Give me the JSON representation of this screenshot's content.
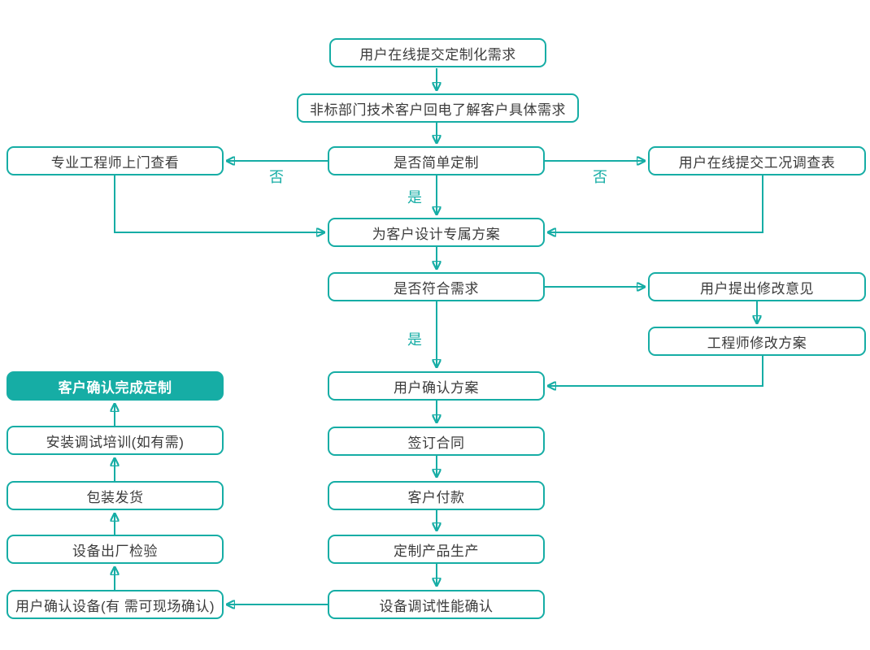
{
  "diagram": {
    "type": "flowchart",
    "accent_color": "#16ada5",
    "text_color": "#3b3b3b",
    "nodes": {
      "submit_request": {
        "label": "用户在线提交定制化需求"
      },
      "callback": {
        "label": "非标部门技术客户回电了解客户具体需求"
      },
      "onsite_check": {
        "label": "专业工程师上门查看"
      },
      "simple_custom": {
        "label": "是否简单定制"
      },
      "survey_form": {
        "label": "用户在线提交工况调查表"
      },
      "design_plan": {
        "label": "为客户设计专属方案"
      },
      "meets_needs": {
        "label": "是否符合需求"
      },
      "feedback": {
        "label": "用户提出修改意见"
      },
      "revise_plan": {
        "label": "工程师修改方案"
      },
      "confirm_plan": {
        "label": "用户确认方案"
      },
      "sign_contract": {
        "label": "签订合同"
      },
      "payment": {
        "label": "客户付款"
      },
      "production": {
        "label": "定制产品生产"
      },
      "debug_confirm": {
        "label": "设备调试性能确认"
      },
      "confirm_device": {
        "label": "用户确认设备(有 需可现场确认)"
      },
      "factory_test": {
        "label": "设备出厂检验"
      },
      "shipping": {
        "label": "包装发货"
      },
      "training": {
        "label": "安装调试培训(如有需)"
      },
      "complete": {
        "label": "客户确认完成定制"
      }
    },
    "edge_labels": {
      "no_left": "否",
      "no_right": "否",
      "yes_top": "是",
      "yes_mid": "是"
    },
    "edges": [
      {
        "from": "submit_request",
        "to": "callback"
      },
      {
        "from": "callback",
        "to": "simple_custom"
      },
      {
        "from": "simple_custom",
        "to": "onsite_check",
        "label": "否"
      },
      {
        "from": "simple_custom",
        "to": "survey_form",
        "label": "否"
      },
      {
        "from": "simple_custom",
        "to": "design_plan",
        "label": "是"
      },
      {
        "from": "onsite_check",
        "to": "design_plan"
      },
      {
        "from": "survey_form",
        "to": "design_plan"
      },
      {
        "from": "design_plan",
        "to": "meets_needs"
      },
      {
        "from": "meets_needs",
        "to": "feedback"
      },
      {
        "from": "feedback",
        "to": "revise_plan"
      },
      {
        "from": "revise_plan",
        "to": "confirm_plan"
      },
      {
        "from": "meets_needs",
        "to": "confirm_plan",
        "label": "是"
      },
      {
        "from": "confirm_plan",
        "to": "sign_contract"
      },
      {
        "from": "sign_contract",
        "to": "payment"
      },
      {
        "from": "payment",
        "to": "production"
      },
      {
        "from": "production",
        "to": "debug_confirm"
      },
      {
        "from": "debug_confirm",
        "to": "confirm_device"
      },
      {
        "from": "confirm_device",
        "to": "factory_test"
      },
      {
        "from": "factory_test",
        "to": "shipping"
      },
      {
        "from": "shipping",
        "to": "training"
      },
      {
        "from": "training",
        "to": "complete"
      }
    ]
  }
}
